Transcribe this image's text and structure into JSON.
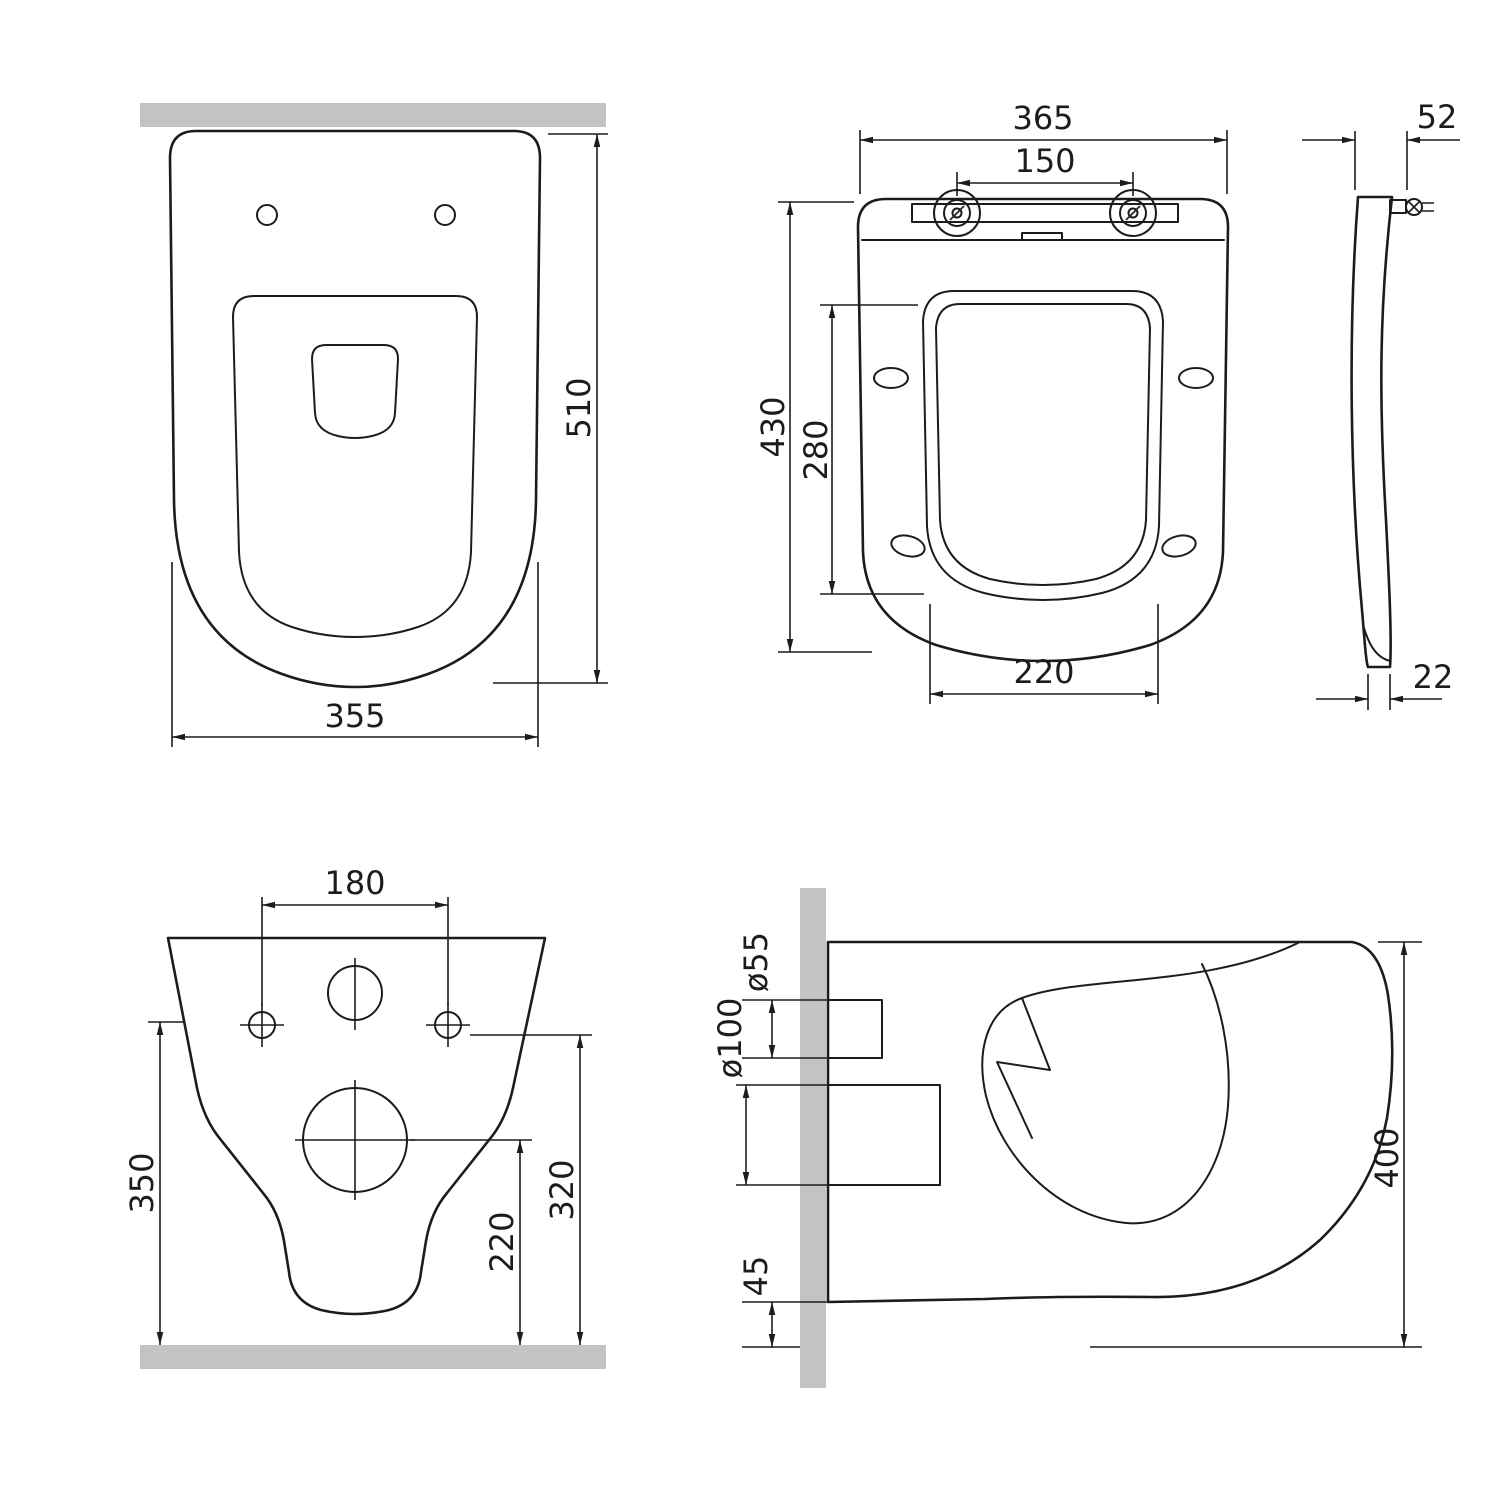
{
  "drawing": {
    "colors": {
      "line": "#1c1c1c",
      "wall": "#c3c3c3"
    },
    "views": {
      "bowl_top": {
        "depth": "510",
        "width": "355"
      },
      "seat_top": {
        "width": "365",
        "hinge_spacing": "150",
        "length": "430",
        "opening_length": "280",
        "opening_width": "220",
        "side_thickness": "52",
        "side_edge": "22"
      },
      "rear": {
        "hole_spacing": "180",
        "height_left": "350",
        "height_right": "320",
        "drain_height": "220"
      },
      "side": {
        "inlet_diameter": "ø55",
        "outlet_diameter": "ø100",
        "height": "400",
        "floor_gap": "45"
      }
    }
  }
}
